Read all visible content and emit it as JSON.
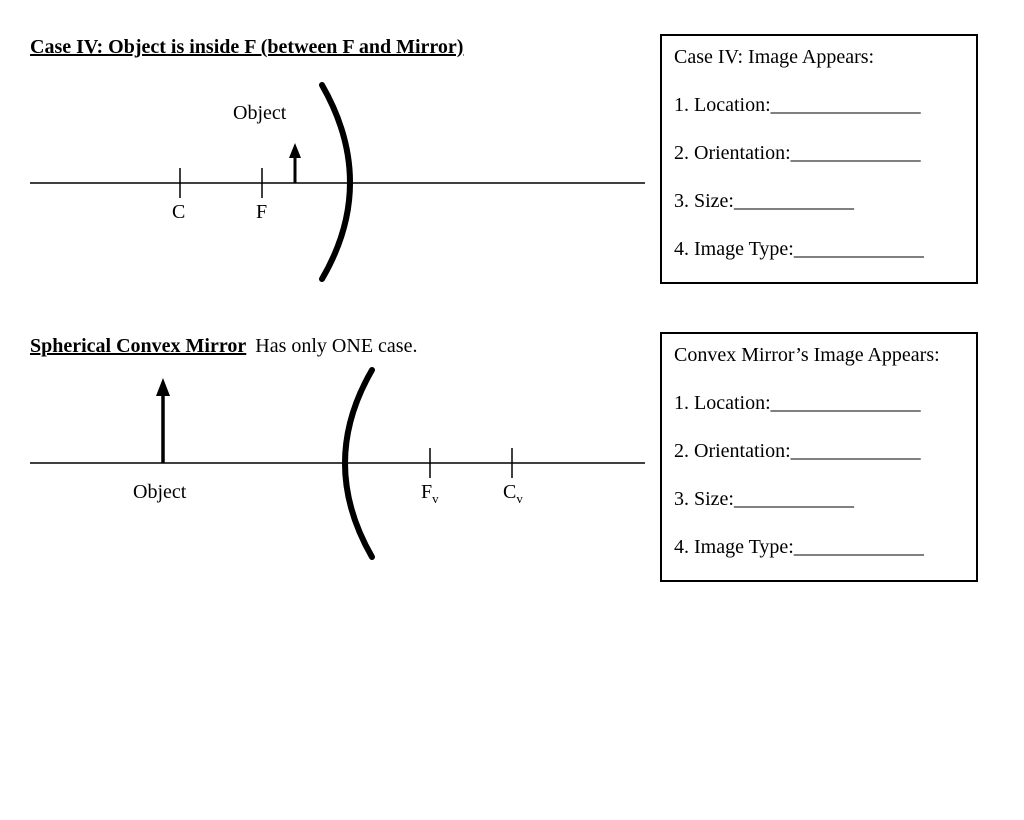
{
  "page": {
    "background": "#ffffff",
    "ink": "#000000"
  },
  "case4": {
    "heading": "Case IV: Object is inside F (between F and Mirror)",
    "diagram": {
      "object_label": "Object",
      "c_label": "C",
      "f_label": "F"
    },
    "box": {
      "title": "Case IV: Image Appears:",
      "items": [
        "1. Location:_______________",
        "2. Orientation:_____________",
        "3. Size:____________",
        "4. Image Type:_____________"
      ]
    }
  },
  "convex": {
    "heading_bold": "Spherical Convex Mirror",
    "heading_rest": "Has only ONE case.",
    "diagram": {
      "object_label": "Object",
      "f_label": "F",
      "f_sub": "v",
      "c_label": "C",
      "c_sub": "v"
    },
    "box": {
      "title": "Convex Mirror’s Image Appears:",
      "items": [
        "1. Location:_______________",
        "2. Orientation:_____________",
        "3. Size:____________",
        "4. Image Type:_____________"
      ]
    }
  }
}
